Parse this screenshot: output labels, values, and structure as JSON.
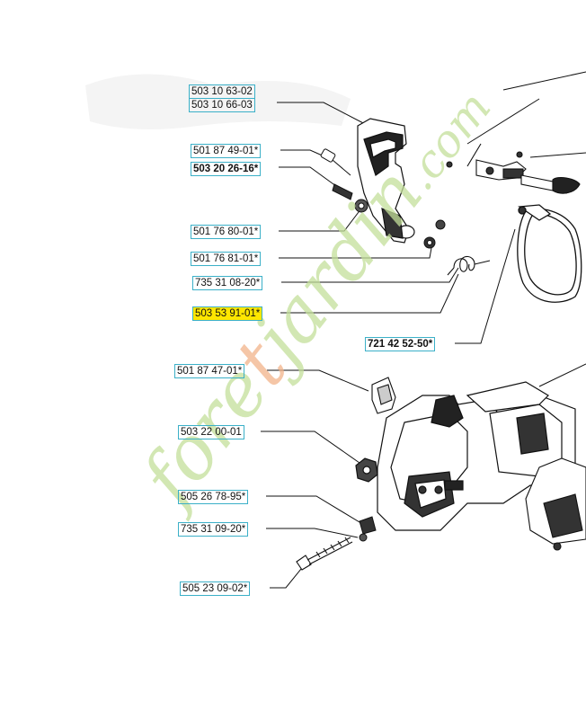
{
  "watermark": {
    "text_part1": "fore",
    "text_part2": "t",
    "text_part3": "jardin",
    "text_part4": ".com",
    "accent_color": "#f2b48a",
    "main_color": "#c4df9a"
  },
  "colors": {
    "label_border": "#3bb0c8",
    "highlight": "#ffe600",
    "line": "#111111"
  },
  "parts": [
    {
      "id": "p1",
      "text": "503 10 63-02",
      "bold": false,
      "highlight": false
    },
    {
      "id": "p2",
      "text": "503 10 66-03",
      "bold": false,
      "highlight": false
    },
    {
      "id": "p3",
      "text": "501 87 49-01*",
      "bold": false,
      "highlight": false
    },
    {
      "id": "p4",
      "text": "503 20 26-16*",
      "bold": true,
      "highlight": false
    },
    {
      "id": "p5",
      "text": "501 76 80-01*",
      "bold": false,
      "highlight": false
    },
    {
      "id": "p6",
      "text": "501 76 81-01*",
      "bold": false,
      "highlight": false
    },
    {
      "id": "p7",
      "text": "735 31 08-20*",
      "bold": false,
      "highlight": false
    },
    {
      "id": "p8",
      "text": "503 53 91-01*",
      "bold": false,
      "highlight": true
    },
    {
      "id": "p9",
      "text": "721 42 52-50*",
      "bold": true,
      "highlight": false
    },
    {
      "id": "p10",
      "text": "501 87 47-01*",
      "bold": false,
      "highlight": false
    },
    {
      "id": "p11",
      "text": "503 22 00-01",
      "bold": false,
      "highlight": false
    },
    {
      "id": "p12",
      "text": "505 26 78-95*",
      "bold": false,
      "highlight": false
    },
    {
      "id": "p13",
      "text": "735 31 09-20*",
      "bold": false,
      "highlight": false
    },
    {
      "id": "p14",
      "text": "505 23 09-02*",
      "bold": false,
      "highlight": false
    }
  ]
}
